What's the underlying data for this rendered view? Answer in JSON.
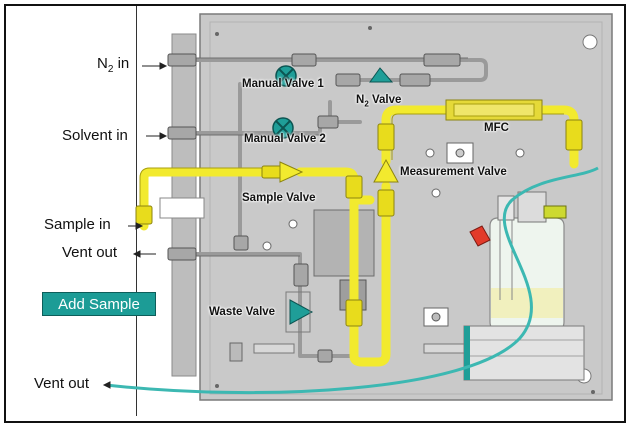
{
  "inlets": {
    "n2_in": {
      "text": "N",
      "sub": "2",
      "suffix": " in"
    },
    "solvent_in": "Solvent in",
    "sample_in": "Sample in",
    "vent_out_top": "Vent out",
    "vent_out_bottom": "Vent out"
  },
  "buttons": {
    "add_sample": "Add Sample"
  },
  "components": {
    "manual_valve_1": "Manual Valve 1",
    "manual_valve_2": "Manual Valve 2",
    "n2_valve": {
      "text": "N",
      "sub": "2",
      "suffix": " Valve"
    },
    "mfc": "MFC",
    "sample_valve": "Sample Valve",
    "measurement_valve": "Measurement Valve",
    "waste_valve": "Waste Valve"
  },
  "colors": {
    "panel": "#c9c9c9",
    "panel_edge": "#8a8a8a",
    "tubing_highlight": "#f2ea2e",
    "valve_teal": "#1f9e98",
    "vent_tube": "#3cb8b2",
    "button_bg": "#1c9c96"
  }
}
